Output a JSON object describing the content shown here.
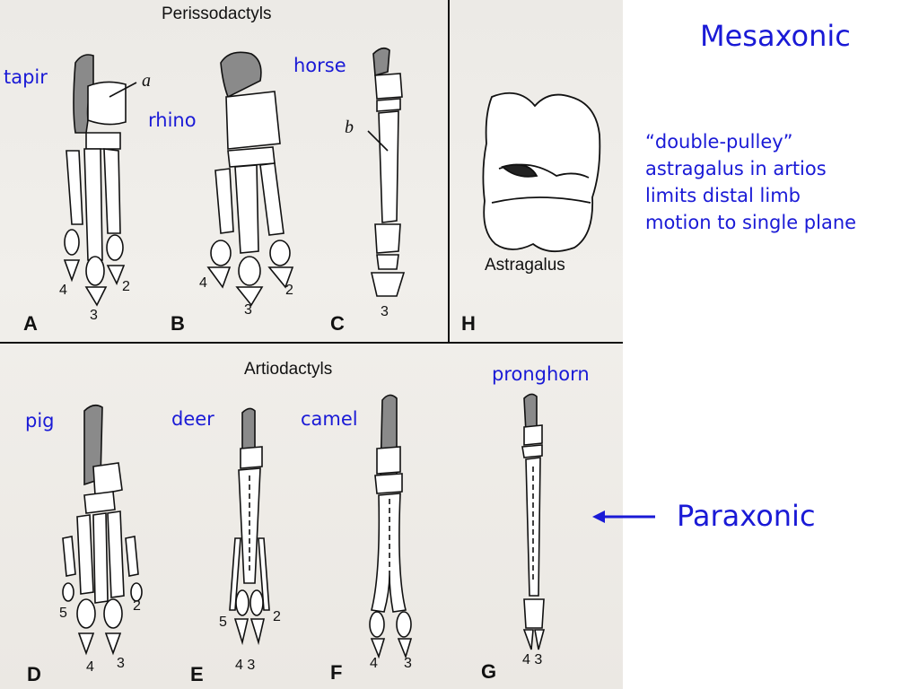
{
  "slide": {
    "title": "Mesaxonic",
    "caption_lines": [
      "“double-pulley”",
      "astragalus in artios",
      "limits distal limb",
      "motion to single plane"
    ],
    "paraxonic_label": "Paraxonic"
  },
  "figure": {
    "top_heading": "Perissodactyls",
    "bottom_heading": "Artiodactyls",
    "astragalus_label": "Astragalus",
    "panel_letters": [
      "A",
      "B",
      "C",
      "H",
      "D",
      "E",
      "F",
      "G"
    ],
    "pointer_labels": {
      "a": "a",
      "b": "b"
    },
    "digits": {
      "A": [
        "4",
        "3",
        "2"
      ],
      "B": [
        "4",
        "3",
        "2"
      ],
      "C": [
        "3"
      ],
      "D": [
        "5",
        "4",
        "3",
        "2"
      ],
      "E": [
        "5",
        "4 3",
        "2"
      ],
      "F": [
        "4",
        "3"
      ],
      "G": [
        "4 3"
      ]
    },
    "animals": {
      "tapir": "tapir",
      "rhino": "rhino",
      "horse": "horse",
      "pig": "pig",
      "deer": "deer",
      "camel": "camel",
      "pronghorn": "pronghorn"
    }
  },
  "colors": {
    "annotation_blue": "#1a1ad6",
    "shaded_bone": "#8a8a8a"
  }
}
